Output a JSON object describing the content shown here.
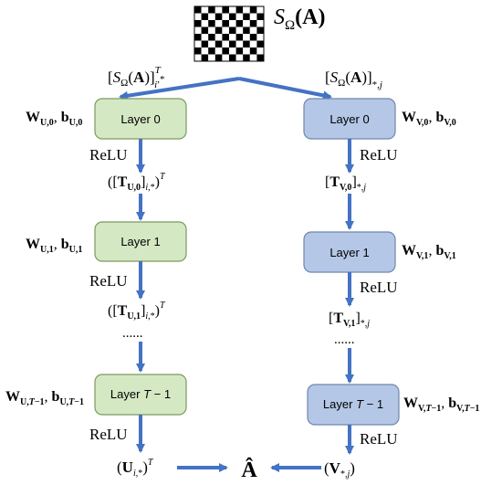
{
  "header": {
    "matrix_label": "S",
    "matrix_sub": "Ω",
    "matrix_arg": "(A)"
  },
  "left": {
    "input_label": "[S_Ω(A)]^T_{i,*}",
    "layers": [
      {
        "label": "Layer 0",
        "params": "W_{U,0}, b_{U,0}",
        "activation": "ReLU",
        "output": "([T_{U,0}]_{i,*})^T"
      },
      {
        "label": "Layer 1",
        "params": "W_{U,1}, b_{U,1}",
        "activation": "ReLU",
        "output": "([T_{U,1}]_{i,*})^T"
      },
      {
        "label": "Layer T − 1",
        "params": "W_{U,T−1}, b_{U,T−1}",
        "activation": "ReLU",
        "output": "(U_{i,*})^T"
      }
    ],
    "ellipsis": "......",
    "colors": {
      "fill": "#d5e8c4",
      "stroke": "#7a9a5e"
    }
  },
  "right": {
    "input_label": "[S_Ω(A)]_{*,j}",
    "layers": [
      {
        "label": "Layer 0",
        "params": "W_{V,0}, b_{V,0}",
        "activation": "ReLU",
        "output": "[T_{V,0}]_{*,j}"
      },
      {
        "label": "Layer 1",
        "params": "W_{V,1}, b_{V,1}",
        "activation": "ReLU",
        "output": "[T_{V,1}]_{*,j}"
      },
      {
        "label": "Layer T − 1",
        "params": "W_{V,T−1}, b_{V,T−1}",
        "activation": "ReLU",
        "output": "(V_{*,j})"
      }
    ],
    "ellipsis": "......",
    "colors": {
      "fill": "#b4c7e7",
      "stroke": "#6f86ab"
    }
  },
  "result": {
    "label": "Â"
  },
  "colors": {
    "arrow": "#4472c4",
    "text": "#000000",
    "checker_dark": "#000000",
    "checker_light": "#ffffff"
  }
}
